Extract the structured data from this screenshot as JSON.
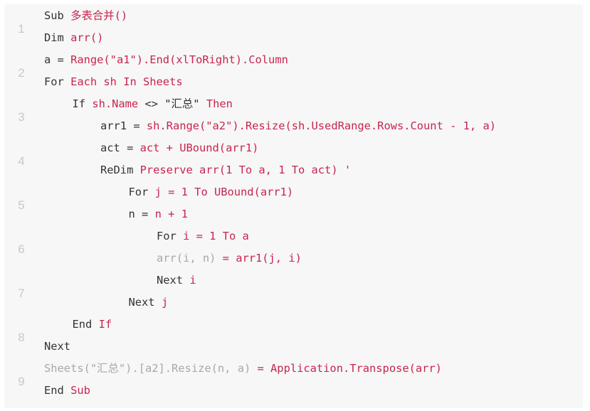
{
  "colors": {
    "background": "#ffffff",
    "code_background": "#f7f7f7",
    "line_number": "#c8c8c8",
    "keyword": "#333333",
    "highlight": "#c7254e",
    "faded": "#a8a8a8"
  },
  "gutter": {
    "numbers": [
      "1",
      "2",
      "3",
      "4",
      "5",
      "6",
      "7",
      "8",
      "9"
    ]
  },
  "code": {
    "lines": [
      {
        "indent": 0,
        "tokens": [
          {
            "t": "Sub ",
            "c": "k"
          },
          {
            "t": "多表合并()",
            "c": "r"
          }
        ]
      },
      {
        "indent": 0,
        "tokens": [
          {
            "t": "Dim ",
            "c": "k"
          },
          {
            "t": "arr()",
            "c": "r"
          }
        ]
      },
      {
        "indent": 0,
        "tokens": [
          {
            "t": "a = ",
            "c": "k"
          },
          {
            "t": "Range(\"a1\").End(xlToRight).Column",
            "c": "r"
          }
        ]
      },
      {
        "indent": 0,
        "tokens": [
          {
            "t": "For ",
            "c": "k"
          },
          {
            "t": "Each sh In Sheets",
            "c": "r"
          }
        ]
      },
      {
        "indent": 1,
        "tokens": [
          {
            "t": "If ",
            "c": "k"
          },
          {
            "t": "sh.Name ",
            "c": "r"
          },
          {
            "t": "<> \"汇总\" ",
            "c": "k"
          },
          {
            "t": "Then",
            "c": "r"
          }
        ]
      },
      {
        "indent": 2,
        "tokens": [
          {
            "t": "arr1 = ",
            "c": "k"
          },
          {
            "t": "sh.Range(\"a2\").Resize(sh.UsedRange.Rows.Count - 1, a)",
            "c": "r"
          }
        ]
      },
      {
        "indent": 2,
        "tokens": [
          {
            "t": "act = ",
            "c": "k"
          },
          {
            "t": "act + UBound(arr1)",
            "c": "r"
          }
        ]
      },
      {
        "indent": 2,
        "tokens": [
          {
            "t": "ReDim ",
            "c": "k"
          },
          {
            "t": "Preserve arr(1 To a, 1 To act) '",
            "c": "r"
          }
        ]
      },
      {
        "indent": 3,
        "tokens": [
          {
            "t": "For ",
            "c": "k"
          },
          {
            "t": "j = 1 To UBound(arr1)",
            "c": "r"
          }
        ]
      },
      {
        "indent": 3,
        "tokens": [
          {
            "t": "n = ",
            "c": "k"
          },
          {
            "t": "n + 1",
            "c": "r"
          }
        ]
      },
      {
        "indent": 4,
        "tokens": [
          {
            "t": "For ",
            "c": "k"
          },
          {
            "t": "i = 1 To a",
            "c": "r"
          }
        ]
      },
      {
        "indent": 4,
        "tokens": [
          {
            "t": "arr(i, n) ",
            "c": "g"
          },
          {
            "t": "= arr1(j, i)",
            "c": "r"
          }
        ]
      },
      {
        "indent": 4,
        "tokens": [
          {
            "t": "Next ",
            "c": "k"
          },
          {
            "t": "i",
            "c": "r"
          }
        ]
      },
      {
        "indent": 3,
        "tokens": [
          {
            "t": "Next ",
            "c": "k"
          },
          {
            "t": "j",
            "c": "r"
          }
        ]
      },
      {
        "indent": 1,
        "tokens": [
          {
            "t": "End ",
            "c": "k"
          },
          {
            "t": "If",
            "c": "r"
          }
        ]
      },
      {
        "indent": 0,
        "tokens": [
          {
            "t": "Next",
            "c": "k"
          }
        ]
      },
      {
        "indent": 0,
        "tokens": [
          {
            "t": "Sheets(\"汇总\").[a2].Resize(n, a) ",
            "c": "g"
          },
          {
            "t": "= Application.Transpose(arr)",
            "c": "r"
          }
        ]
      },
      {
        "indent": 0,
        "tokens": [
          {
            "t": "End ",
            "c": "k"
          },
          {
            "t": "Sub",
            "c": "r"
          }
        ]
      }
    ]
  }
}
